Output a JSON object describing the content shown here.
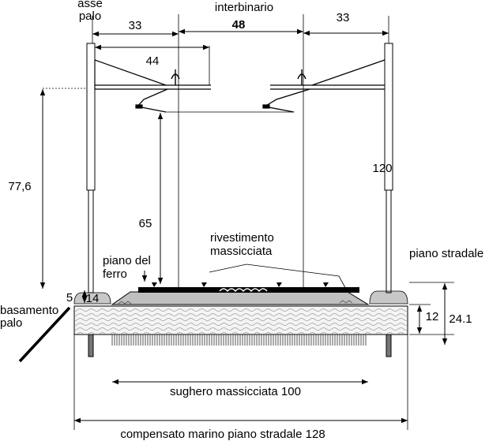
{
  "labels": {
    "asse_palo_line1": "asse",
    "asse_palo_line2": "palo",
    "interbinario": "interbinario",
    "dim_33_left": "33",
    "dim_48": "48",
    "dim_33_right": "33",
    "dim_44": "44",
    "dim_77_6": "77,6",
    "dim_65": "65",
    "dim_120": "120",
    "rivestimento_line1": "rivestimento",
    "rivestimento_line2": "massicciata",
    "piano_ferro_line1": "piano del",
    "piano_ferro_line2": "ferro",
    "piano_stradale": "piano stradale",
    "dim_5": "5",
    "dim_14": "14",
    "basamento_line1": "basamento",
    "basamento_line2": "palo",
    "dim_12": "12",
    "dim_24_1": "24.1",
    "sughero": "sughero massicciata 100",
    "compensato": "compensato marino piano stradale 128"
  },
  "colors": {
    "line": "#000000",
    "base_fill": "#f4f4f4",
    "base_texture": "#9a9a9a",
    "foot_fill": "#c8c8c8",
    "ballast_fill": "#c0c0c0"
  }
}
